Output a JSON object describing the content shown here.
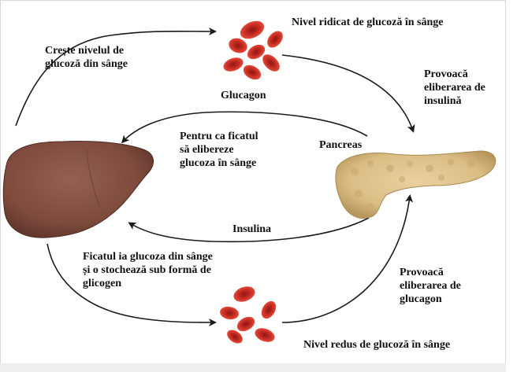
{
  "colors": {
    "liver": "#7d4a3c",
    "pancreas": "#d9bd84",
    "blood_cell": "#c42a22",
    "arrow": "#1a1a1a",
    "frame": "#d6d6d6",
    "bottom_bar": "#eeeeee"
  },
  "icons": {
    "liver": "liver-illustration",
    "pancreas": "pancreas-illustration",
    "blood_cells_high": "red-blood-cells-cluster",
    "blood_cells_low": "red-blood-cells-cluster"
  },
  "labels": {
    "high_glucose": "Nivel ridicat de glucoză în sânge",
    "increase_glucose": [
      "Crește nivelul de",
      "glucoză din sânge"
    ],
    "glucagon": "Glucagon",
    "trigger_insulin": [
      "Provoacă",
      "eliberarea de",
      "insulină"
    ],
    "pancreas": "Pancreas",
    "liver_release": [
      "Pentru ca ficatul",
      "să elibereze",
      "glucoza în sânge"
    ],
    "insulin": "Insulina",
    "liver_store": [
      "Ficatul ia glucoza din sânge",
      "și o stochează sub formă de",
      "glicogen"
    ],
    "trigger_glucagon": [
      "Provoacă",
      "eliberarea de",
      "glucagon"
    ],
    "low_glucose": "Nivel redus de glucoză în sânge"
  }
}
